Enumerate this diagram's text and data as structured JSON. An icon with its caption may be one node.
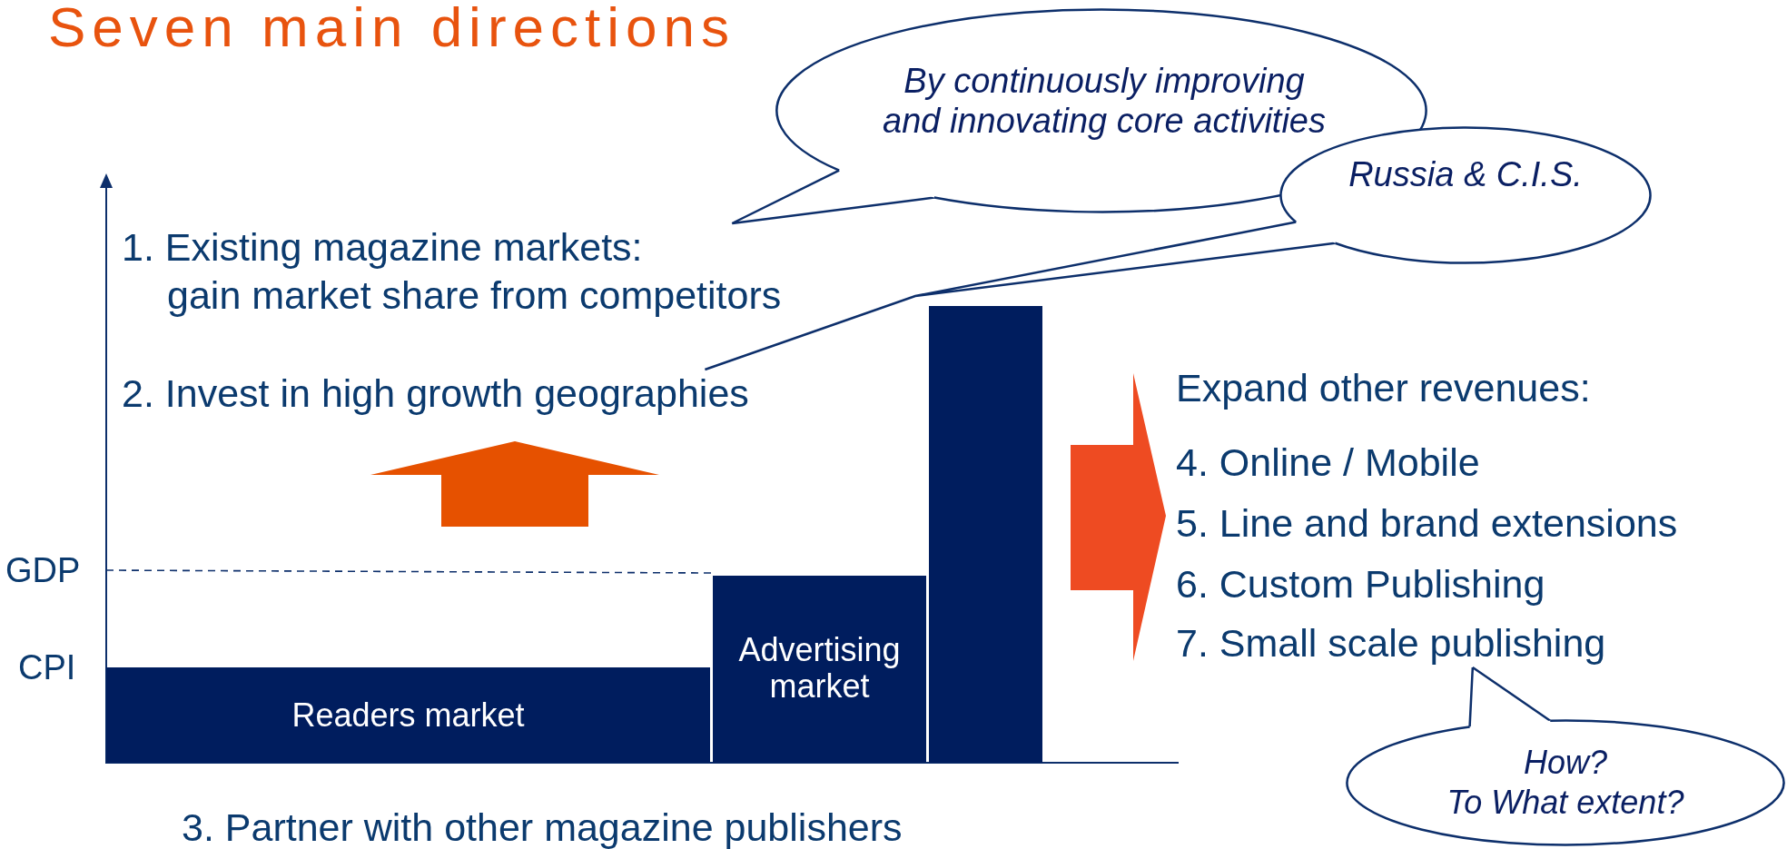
{
  "diagram": {
    "title": "Seven main directions",
    "nodes": [
      {
        "text": [
          "By continuously improving and innovating core activities"
        ]
      },
      {
        "text": [
          "Russia & C.I.S."
        ]
      },
      {
        "text": [
          "1. Existing magazine markets: gain market share from competitors"
        ]
      },
      {
        "text": [
          "2. Invest in high growth geographies"
        ]
      },
      {
        "text": [
          "Readers market"
        ]
      },
      {
        "text": [
          "Advertising market"
        ]
      },
      {
        "text": [],
        "shape": "bar"
      },
      {
        "text": [
          "7. Small scale publishing"
        ]
      },
      {
        "text": [
          "How? To What extent?"
        ]
      }
    ],
    "edges": [
      {
        "from": 0,
        "to": 2,
        "arrow": "none"
      },
      {
        "from": 1,
        "to": 3,
        "arrow": "none"
      },
      {
        "from": 8,
        "to": 7,
        "arrow": "none"
      }
    ],
    "labels": [
      "Expand other revenues:",
      "4. Online / Mobile",
      "5. Line and brand extensions",
      "6. Custom Publishing",
      "GDP",
      "CPI",
      "3. Partner with other magazine publishers"
    ]
  }
}
